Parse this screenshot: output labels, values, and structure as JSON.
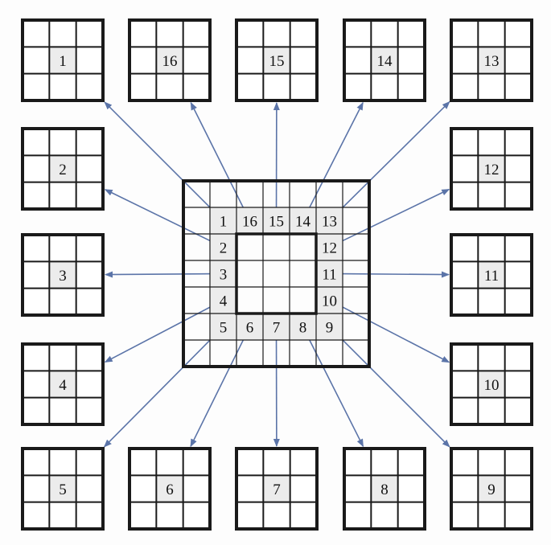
{
  "colors": {
    "background": "#fdfdfd",
    "grid": "#1a1a1a",
    "cell_highlight": "#ececec",
    "arrow": "#5b74a8",
    "text": "#111111"
  },
  "central_grid": {
    "cells": [
      {
        "label": "1",
        "row": 1,
        "col": 1
      },
      {
        "label": "16",
        "row": 1,
        "col": 2
      },
      {
        "label": "15",
        "row": 1,
        "col": 3
      },
      {
        "label": "14",
        "row": 1,
        "col": 4
      },
      {
        "label": "13",
        "row": 1,
        "col": 5
      },
      {
        "label": "2",
        "row": 2,
        "col": 1
      },
      {
        "label": "12",
        "row": 2,
        "col": 5
      },
      {
        "label": "3",
        "row": 3,
        "col": 1
      },
      {
        "label": "11",
        "row": 3,
        "col": 5
      },
      {
        "label": "4",
        "row": 4,
        "col": 1
      },
      {
        "label": "10",
        "row": 4,
        "col": 5
      },
      {
        "label": "5",
        "row": 5,
        "col": 1
      },
      {
        "label": "6",
        "row": 5,
        "col": 2
      },
      {
        "label": "7",
        "row": 5,
        "col": 3
      },
      {
        "label": "8",
        "row": 5,
        "col": 4
      },
      {
        "label": "9",
        "row": 5,
        "col": 5
      }
    ]
  },
  "neighborhoods": [
    {
      "label": "1",
      "slot": "top-0"
    },
    {
      "label": "16",
      "slot": "top-1"
    },
    {
      "label": "15",
      "slot": "top-2"
    },
    {
      "label": "14",
      "slot": "top-3"
    },
    {
      "label": "13",
      "slot": "top-4"
    },
    {
      "label": "2",
      "slot": "left-1"
    },
    {
      "label": "3",
      "slot": "left-2"
    },
    {
      "label": "4",
      "slot": "left-3"
    },
    {
      "label": "5",
      "slot": "bottom-0"
    },
    {
      "label": "6",
      "slot": "bottom-1"
    },
    {
      "label": "7",
      "slot": "bottom-2"
    },
    {
      "label": "8",
      "slot": "bottom-3"
    },
    {
      "label": "9",
      "slot": "bottom-4"
    },
    {
      "label": "12",
      "slot": "right-1"
    },
    {
      "label": "11",
      "slot": "right-2"
    },
    {
      "label": "10",
      "slot": "right-3"
    }
  ]
}
